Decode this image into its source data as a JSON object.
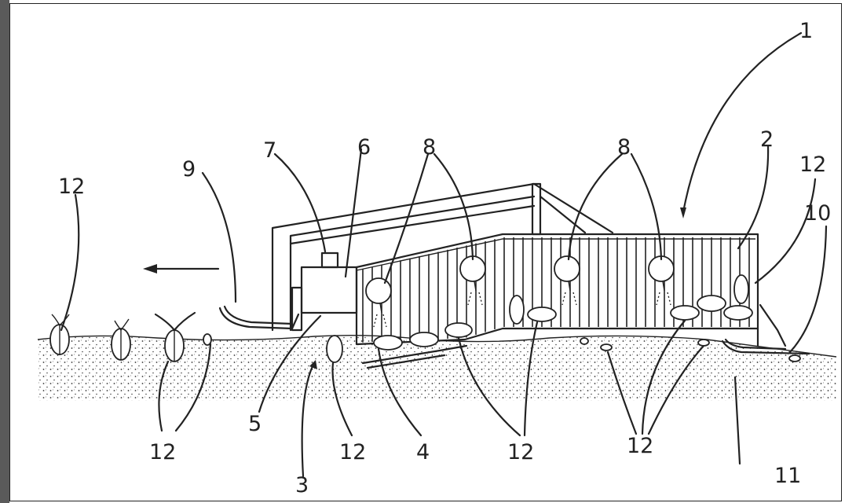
{
  "diagram": {
    "labels": [
      {
        "id": "l1",
        "text": "1"
      },
      {
        "id": "l2",
        "text": "2"
      },
      {
        "id": "l3",
        "text": "3"
      },
      {
        "id": "l4",
        "text": "4"
      },
      {
        "id": "l5",
        "text": "5"
      },
      {
        "id": "l6",
        "text": "6"
      },
      {
        "id": "l7",
        "text": "7"
      },
      {
        "id": "l8a",
        "text": "8"
      },
      {
        "id": "l8b",
        "text": "8"
      },
      {
        "id": "l9",
        "text": "9"
      },
      {
        "id": "l10",
        "text": "10"
      },
      {
        "id": "l11",
        "text": "11"
      },
      {
        "id": "l12a",
        "text": "12"
      },
      {
        "id": "l12b",
        "text": "12"
      },
      {
        "id": "l12c",
        "text": "12"
      },
      {
        "id": "l12d",
        "text": "12"
      },
      {
        "id": "l12e",
        "text": "12"
      },
      {
        "id": "l12f",
        "text": "12"
      }
    ]
  }
}
